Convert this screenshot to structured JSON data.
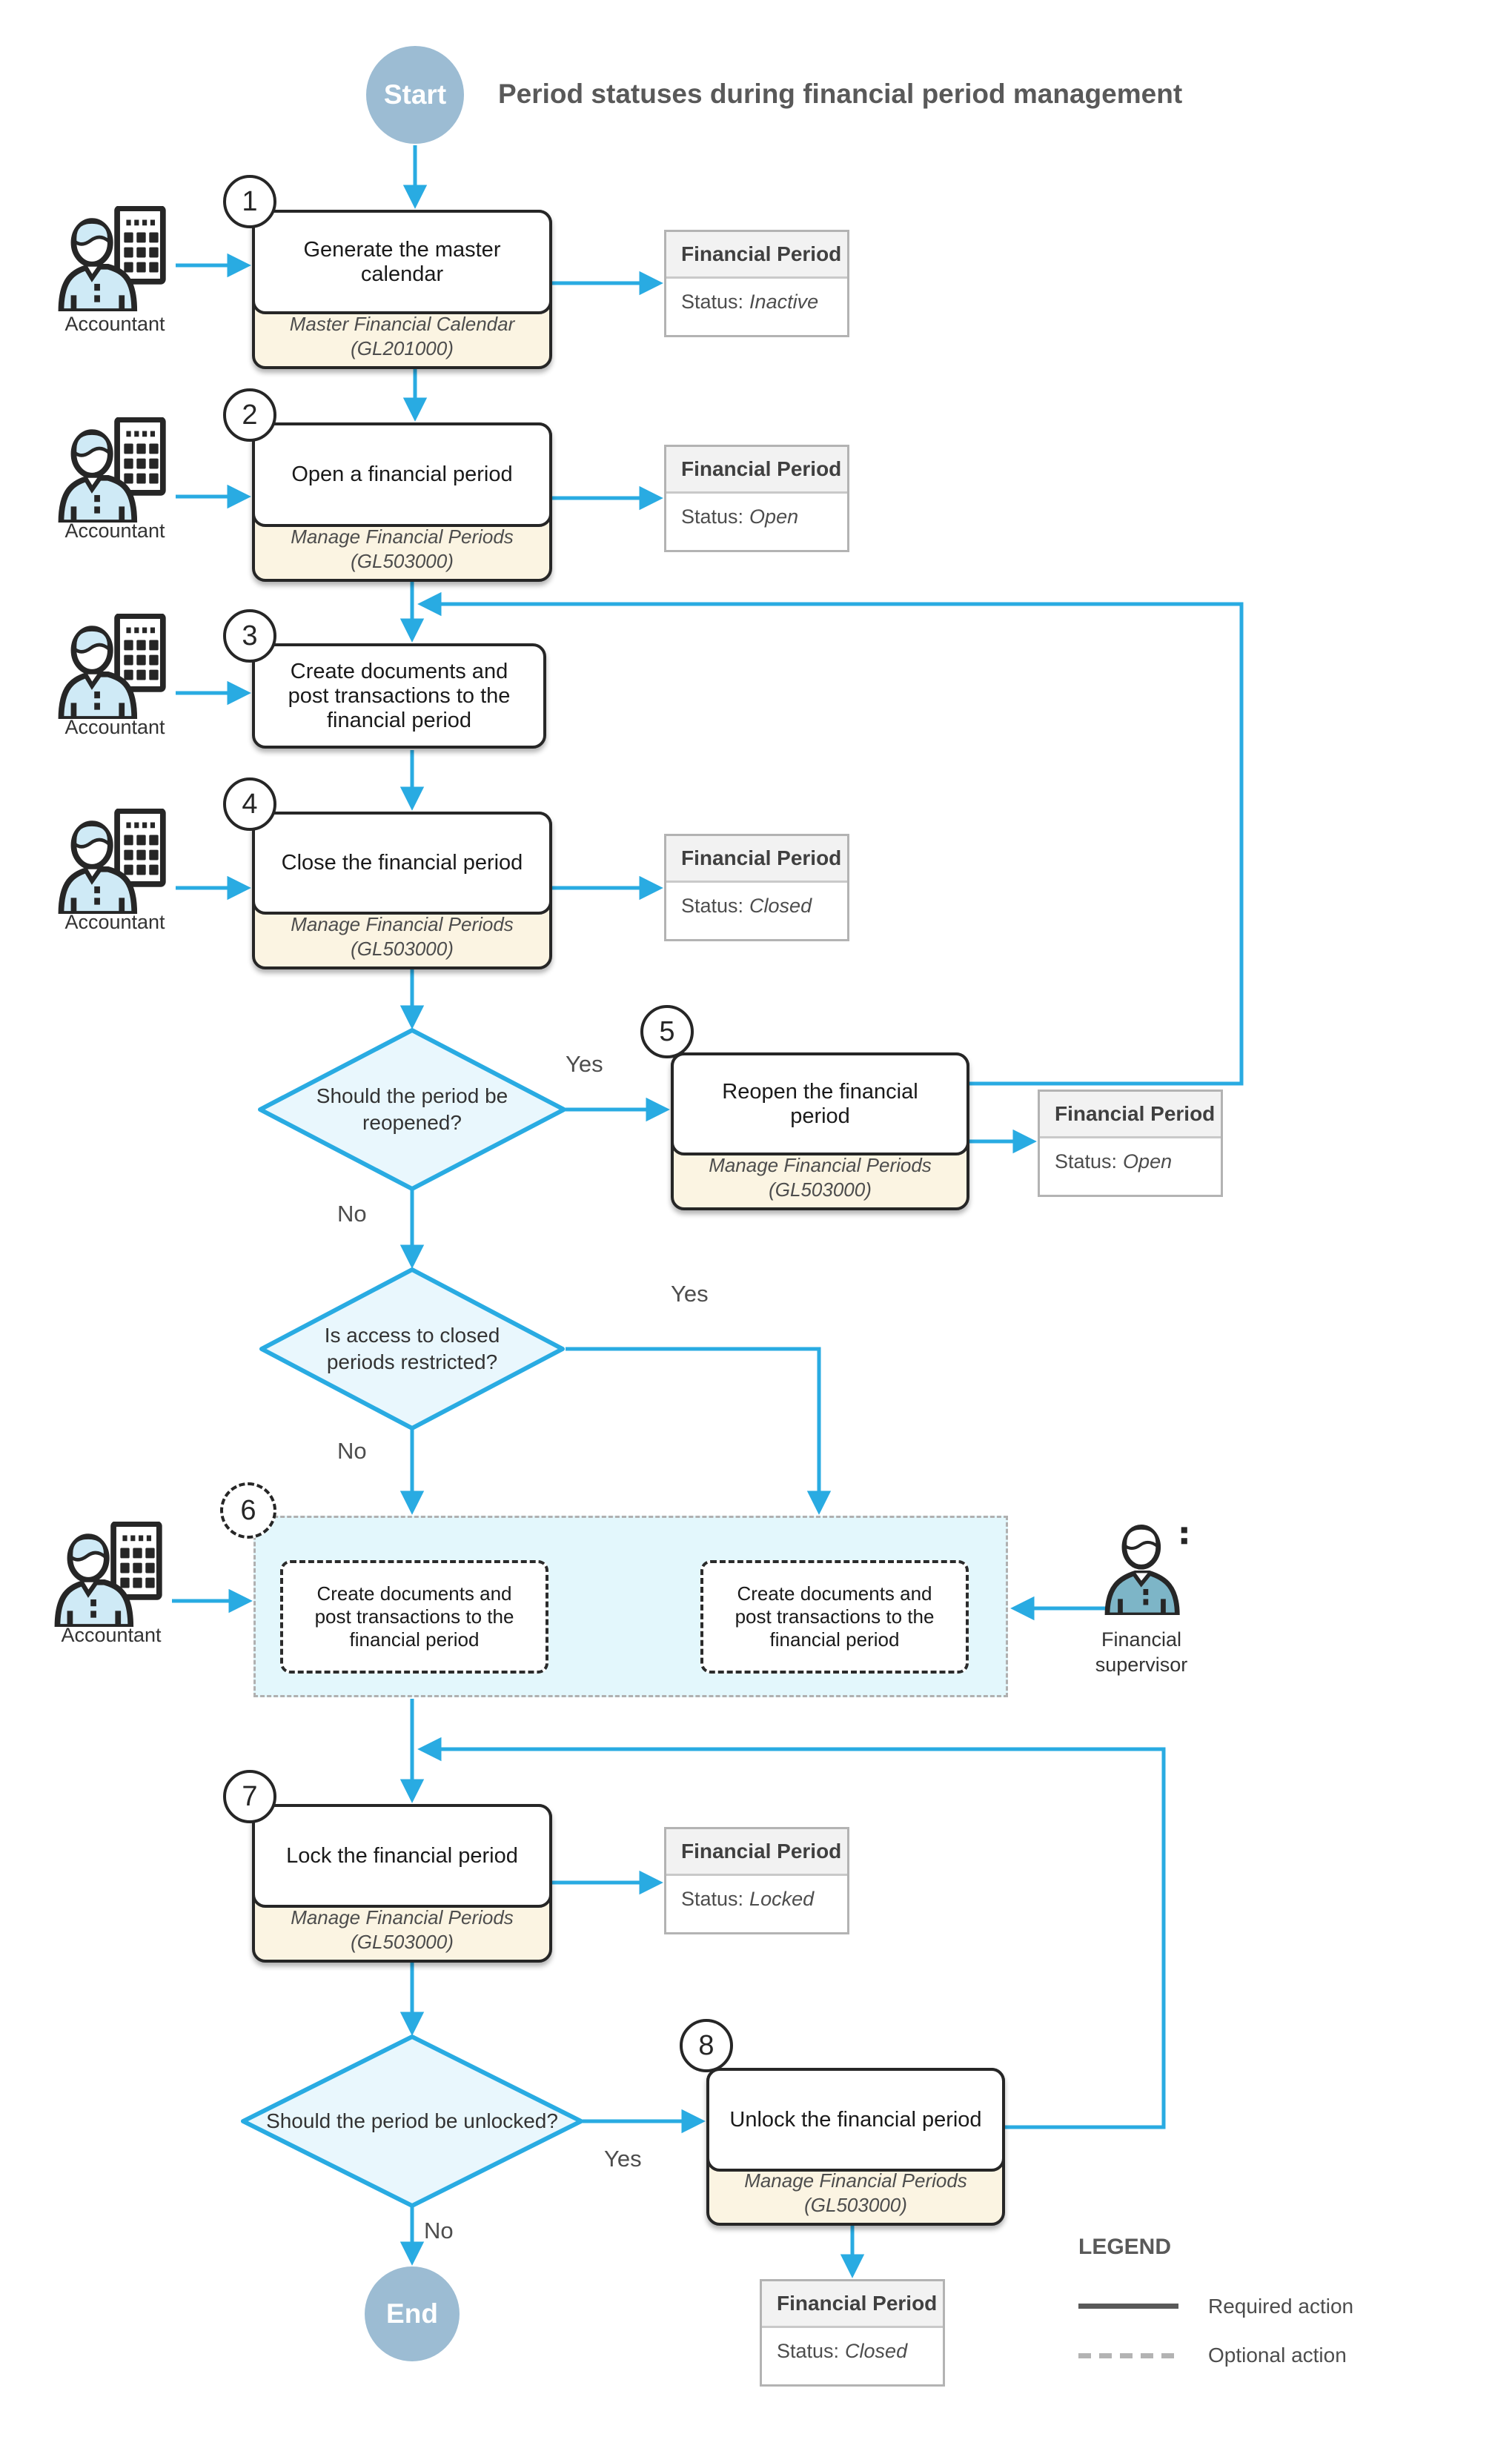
{
  "title": "Period statuses during financial period management",
  "terminals": {
    "start": "Start",
    "end": "End"
  },
  "branch": {
    "yes": "Yes",
    "no": "No"
  },
  "actors": {
    "accountant": "Accountant",
    "supervisor": "Financial supervisor"
  },
  "steps": {
    "s1": {
      "num": "1",
      "label": "Generate the master calendar",
      "screen": "Master Financial Calendar",
      "screen_id": "(GL201000)"
    },
    "s2": {
      "num": "2",
      "label": "Open a financial period",
      "screen": "Manage Financial Periods",
      "screen_id": "(GL503000)"
    },
    "s3": {
      "num": "3",
      "label": "Create documents and post transactions to the financial period"
    },
    "s4": {
      "num": "4",
      "label": "Close the financial period",
      "screen": "Manage Financial Periods",
      "screen_id": "(GL503000)"
    },
    "s5": {
      "num": "5",
      "label": "Reopen the financial period",
      "screen": "Manage Financial Periods",
      "screen_id": "(GL503000)"
    },
    "s6": {
      "num": "6",
      "optional_label": "Create documents and post transactions to the financial period"
    },
    "s7": {
      "num": "7",
      "label": "Lock the financial period",
      "screen": "Manage Financial Periods",
      "screen_id": "(GL503000)"
    },
    "s8": {
      "num": "8",
      "label": "Unlock the financial period",
      "screen": "Manage Financial Periods",
      "screen_id": "(GL503000)"
    }
  },
  "decisions": {
    "d1": "Should the period be reopened?",
    "d2": "Is access to closed periods restricted?",
    "d3": "Should the period be unlocked?"
  },
  "status_boxes": {
    "title": "Financial Period",
    "status_prefix": "Status:",
    "fp1": "Inactive",
    "fp2": "Open",
    "fp4": "Closed",
    "fp5": "Open",
    "fp7": "Locked",
    "fp8": "Closed"
  },
  "legend": {
    "title": "LEGEND",
    "required": "Required action",
    "optional": "Optional action"
  },
  "colors": {
    "arrow": "#29abe2",
    "diamond_fill": "#e9f7fd",
    "diamond_border": "#29abe2",
    "screen_panel_fill": "#fbf4e2",
    "optional_container_fill": "#e3f7fc",
    "terminal_fill": "#9cbcd3",
    "status_header_fill": "#f2f2f2",
    "box_border": "#262626"
  }
}
